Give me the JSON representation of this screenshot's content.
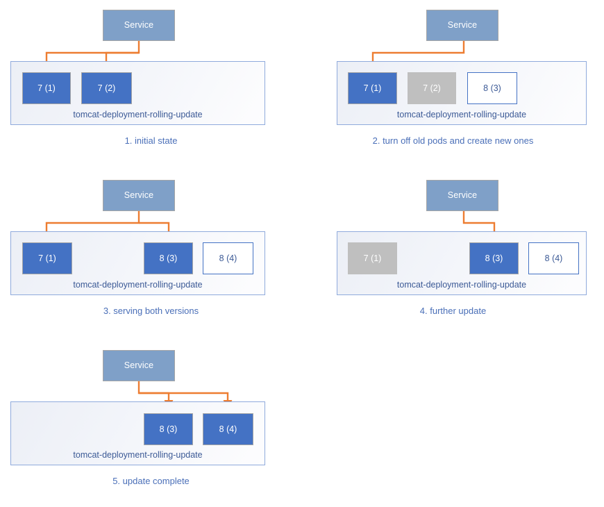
{
  "diagram": {
    "title": "Kubernetes rolling update sequence",
    "colors": {
      "service_fill": "#7FA0C8",
      "pod_active_fill": "#4472C4",
      "pod_terminating_fill": "#BFBFBF",
      "pod_pending_border": "#4472C4",
      "deployment_border": "#8FAADC",
      "arrow": "#ED7D31",
      "caption_text": "#4A6FB8"
    },
    "service_label": "Service",
    "deployment_label": "tomcat-deployment-rolling-update",
    "panels": [
      {
        "id": "panel-1",
        "caption": "1. initial state",
        "service_label": "Service",
        "deployment_label": "tomcat-deployment-rolling-update",
        "pods": [
          {
            "label": "7 (1)",
            "state": "active"
          },
          {
            "label": "7 (2)",
            "state": "active"
          }
        ],
        "arrow_targets": [
          "7 (1)",
          "7 (2)"
        ]
      },
      {
        "id": "panel-2",
        "caption": "2. turn off old pods and create new ones",
        "service_label": "Service",
        "deployment_label": "tomcat-deployment-rolling-update",
        "pods": [
          {
            "label": "7 (1)",
            "state": "active"
          },
          {
            "label": "7 (2)",
            "state": "terminating"
          },
          {
            "label": "8 (3)",
            "state": "pending"
          }
        ],
        "arrow_targets": [
          "7 (1)"
        ]
      },
      {
        "id": "panel-3",
        "caption": "3. serving both versions",
        "service_label": "Service",
        "deployment_label": "tomcat-deployment-rolling-update",
        "pods": [
          {
            "label": "7 (1)",
            "state": "active"
          },
          {
            "label": "8 (3)",
            "state": "active"
          },
          {
            "label": "8 (4)",
            "state": "pending"
          }
        ],
        "arrow_targets": [
          "7 (1)",
          "8 (3)"
        ]
      },
      {
        "id": "panel-4",
        "caption": "4. further update",
        "service_label": "Service",
        "deployment_label": "tomcat-deployment-rolling-update",
        "pods": [
          {
            "label": "7 (1)",
            "state": "terminating"
          },
          {
            "label": "8 (3)",
            "state": "active"
          },
          {
            "label": "8 (4)",
            "state": "pending"
          }
        ],
        "arrow_targets": [
          "8 (3)"
        ]
      },
      {
        "id": "panel-5",
        "caption": "5. update complete",
        "service_label": "Service",
        "deployment_label": "tomcat-deployment-rolling-update",
        "pods": [
          {
            "label": "8 (3)",
            "state": "active"
          },
          {
            "label": "8 (4)",
            "state": "active"
          }
        ],
        "arrow_targets": [
          "8 (3)",
          "8 (4)"
        ]
      }
    ]
  }
}
